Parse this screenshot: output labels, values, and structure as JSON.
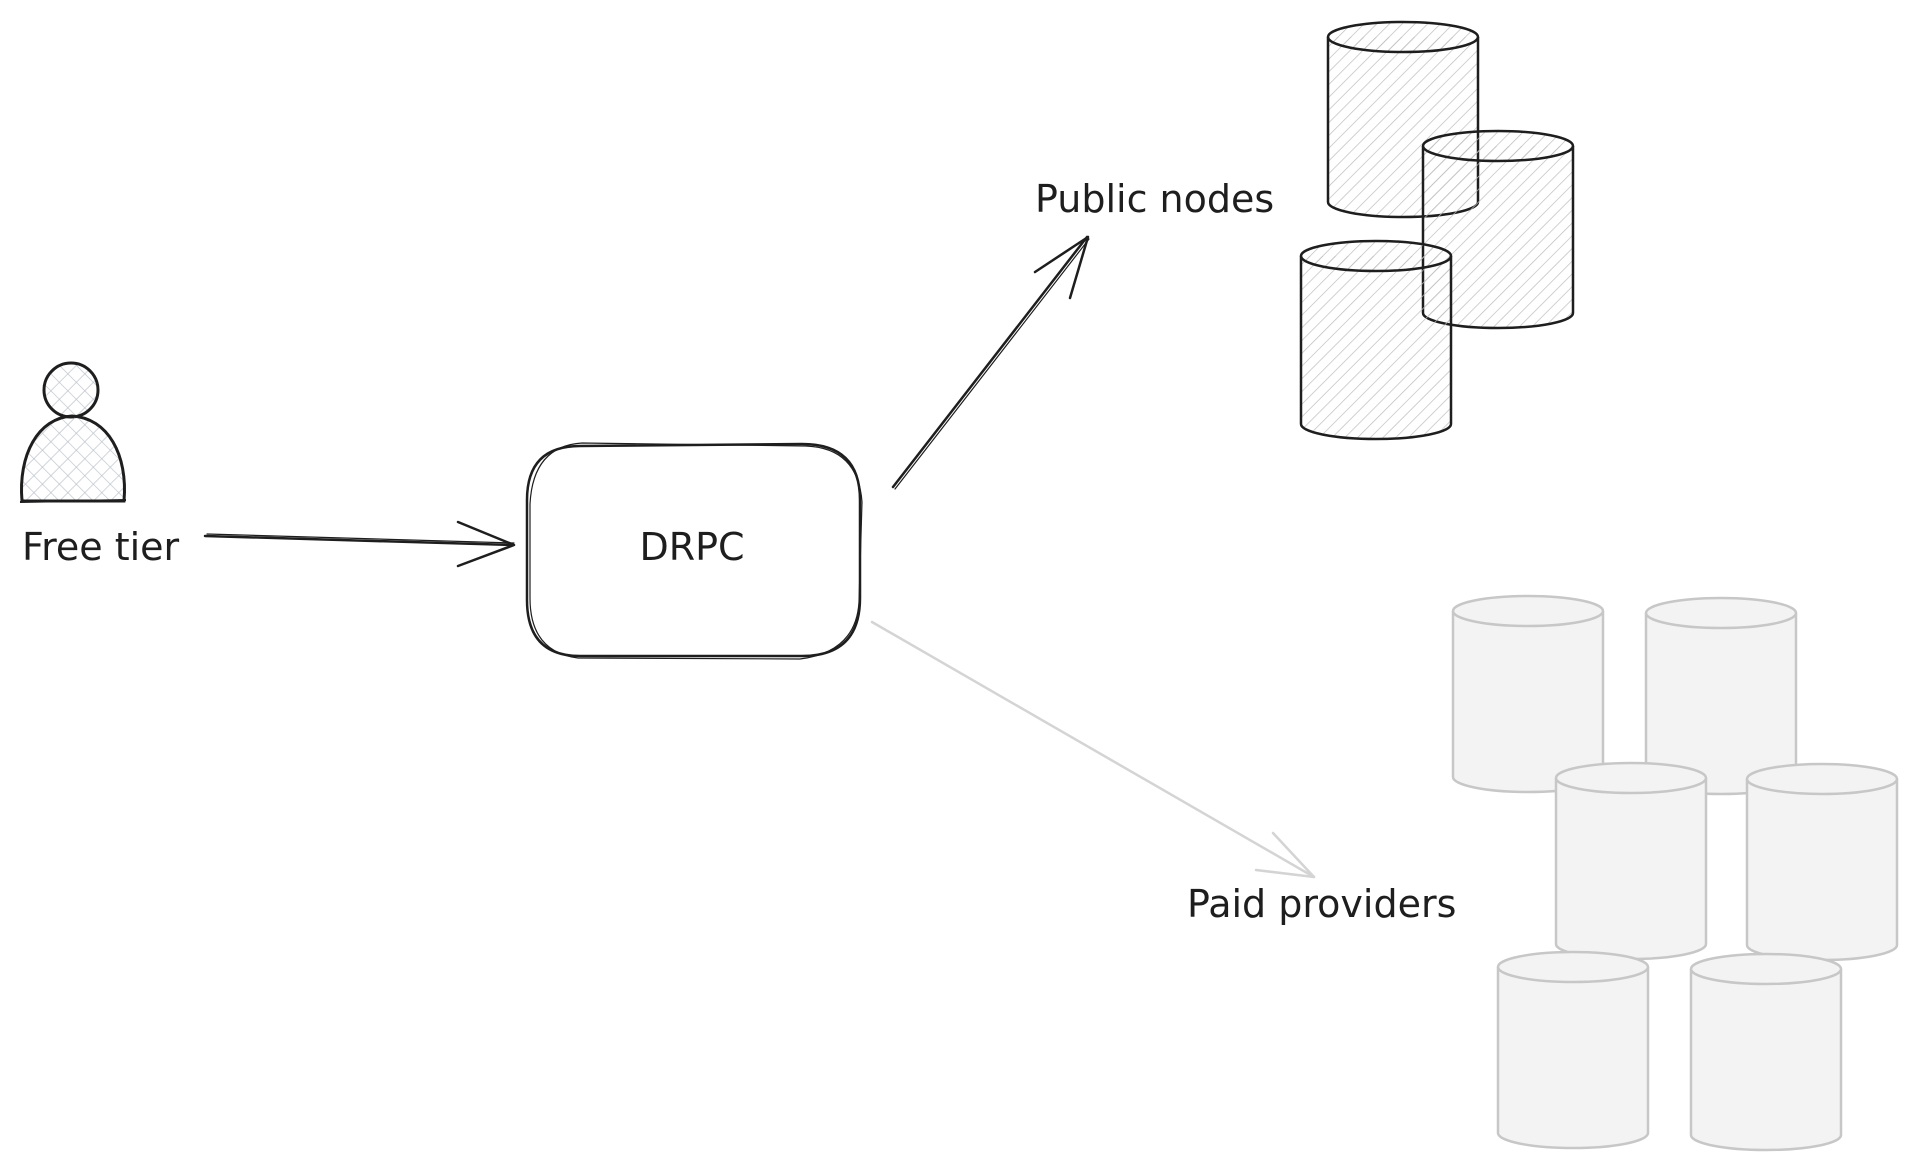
{
  "labels": {
    "user": "Free tier",
    "gateway": "DRPC",
    "public": "Public nodes",
    "paid": "Paid providers"
  },
  "colors": {
    "ink": "#1e1e1e",
    "faded_ink": "#c7c7c7",
    "faded_arrow": "#d4d4d4",
    "hatch": "#bfbfbf",
    "faded_fill": "#f3f3f4",
    "background": "#ffffff"
  },
  "icons": {
    "user": "person-icon",
    "public_nodes": "database-icon",
    "paid_providers": "database-icon"
  }
}
